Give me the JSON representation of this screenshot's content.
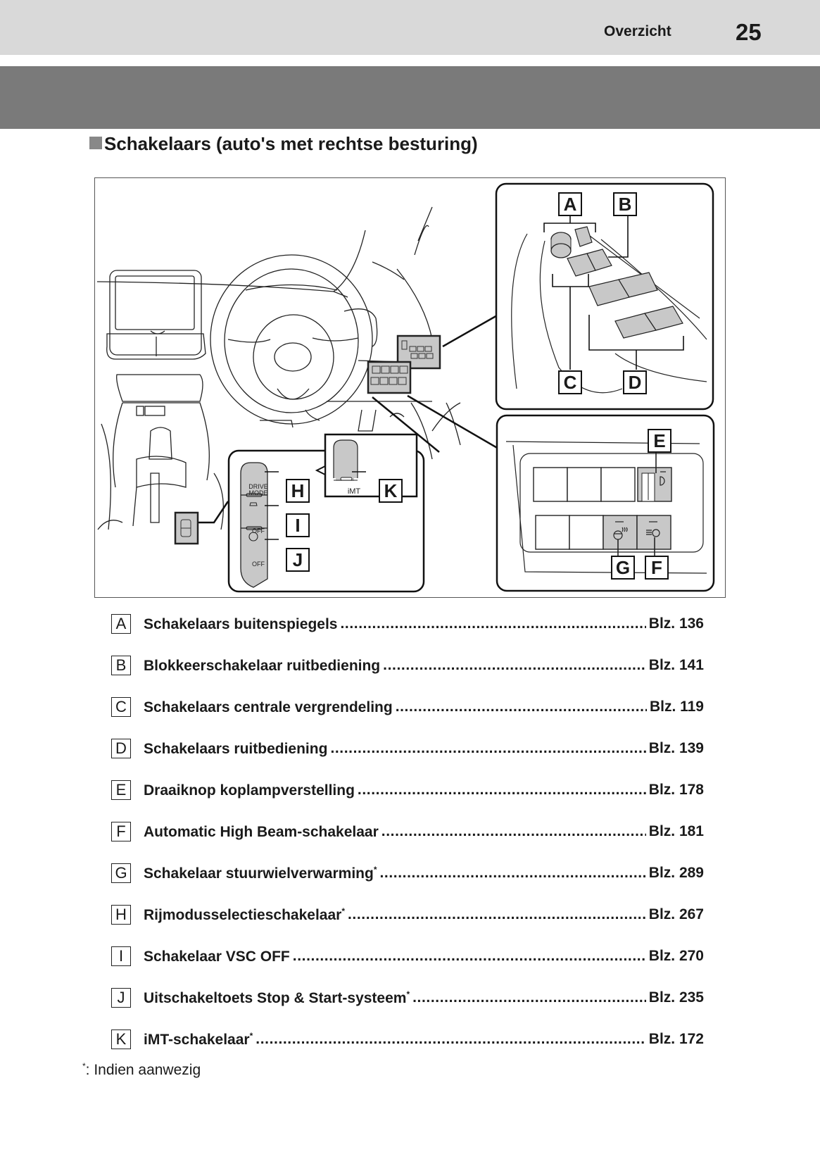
{
  "header": {
    "section": "Overzicht",
    "page_number": "25"
  },
  "title": "Schakelaars (auto's met rechtse besturing)",
  "diagram": {
    "labels": [
      "A",
      "B",
      "C",
      "D",
      "E",
      "F",
      "G",
      "H",
      "I",
      "J",
      "K"
    ],
    "switch_texts": {
      "drive_mode": "DRIVE\nMODE",
      "drive_mode_l1": "DRIVE",
      "drive_mode_l2": "MODE",
      "vsc_off": "OFF",
      "stop_start_off": "OFF",
      "imt": "iMT"
    }
  },
  "items": [
    {
      "key": "A",
      "name": "Schakelaars buitenspiegels",
      "asterisk": "",
      "page": "Blz. 136"
    },
    {
      "key": "B",
      "name": "Blokkeerschakelaar ruitbediening",
      "asterisk": "",
      "page": "Blz. 141"
    },
    {
      "key": "C",
      "name": "Schakelaars centrale vergrendeling",
      "asterisk": "",
      "page": "Blz. 119"
    },
    {
      "key": "D",
      "name": "Schakelaars ruitbediening",
      "asterisk": "",
      "page": "Blz. 139"
    },
    {
      "key": "E",
      "name": "Draaiknop koplampverstelling",
      "asterisk": "",
      "page": "Blz. 178"
    },
    {
      "key": "F",
      "name": "Automatic High Beam-schakelaar",
      "asterisk": "",
      "page": "Blz. 181"
    },
    {
      "key": "G",
      "name": "Schakelaar stuurwielverwarming",
      "asterisk": "*",
      "page": "Blz. 289"
    },
    {
      "key": "H",
      "name": "Rijmodusselectieschakelaar",
      "asterisk": "*",
      "page": "Blz. 267"
    },
    {
      "key": "I",
      "name": "Schakelaar VSC OFF",
      "asterisk": "",
      "page": "Blz. 270"
    },
    {
      "key": "J",
      "name": "Uitschakeltoets Stop & Start-systeem",
      "asterisk": "*",
      "page": "Blz. 235"
    },
    {
      "key": "K",
      "name": "iMT-schakelaar",
      "asterisk": "*",
      "page": "Blz. 172"
    }
  ],
  "footnote": {
    "marker": "*",
    "text": ":  Indien aanwezig"
  },
  "colors": {
    "header_bg": "#d9d9d9",
    "band_bg": "#7a7a7a",
    "switch_gray": "#c8c8c8"
  }
}
